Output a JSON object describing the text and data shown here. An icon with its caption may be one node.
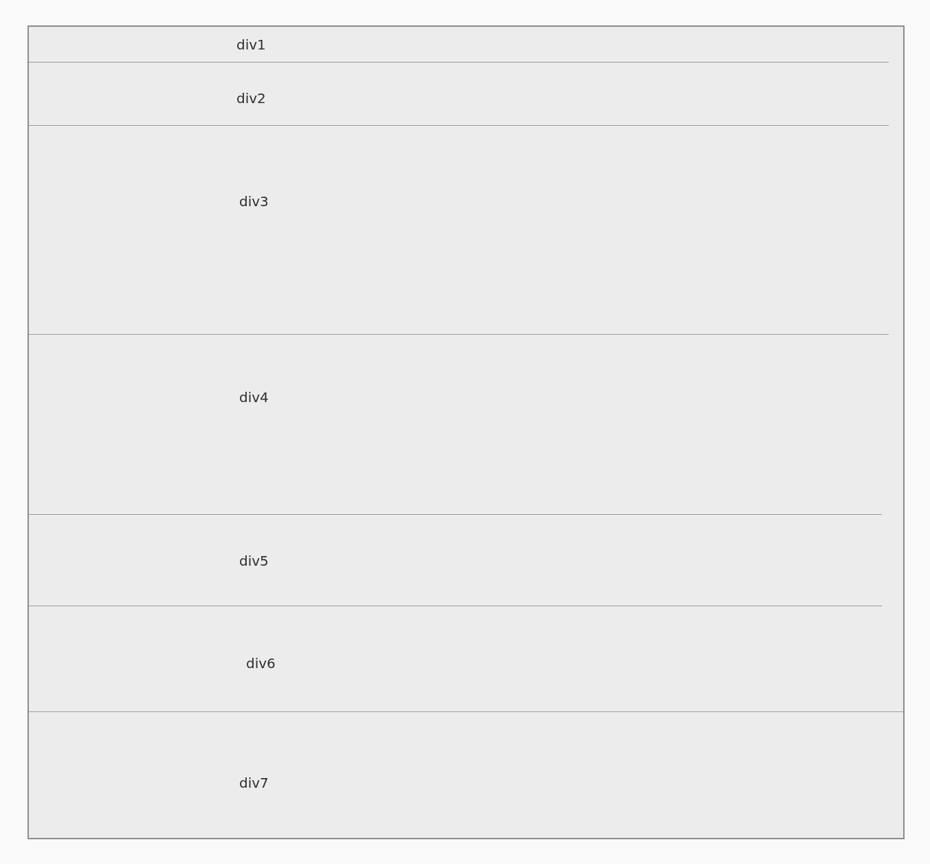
{
  "diagram": {
    "nodes": [
      {
        "text": [
          "div1"
        ]
      },
      {
        "text": [
          "div2"
        ]
      },
      {
        "text": [
          "div3"
        ]
      },
      {
        "text": [
          "div4"
        ]
      },
      {
        "text": [
          "div5"
        ]
      },
      {
        "text": [
          "div6"
        ]
      },
      {
        "text": [
          "div7"
        ]
      }
    ]
  }
}
